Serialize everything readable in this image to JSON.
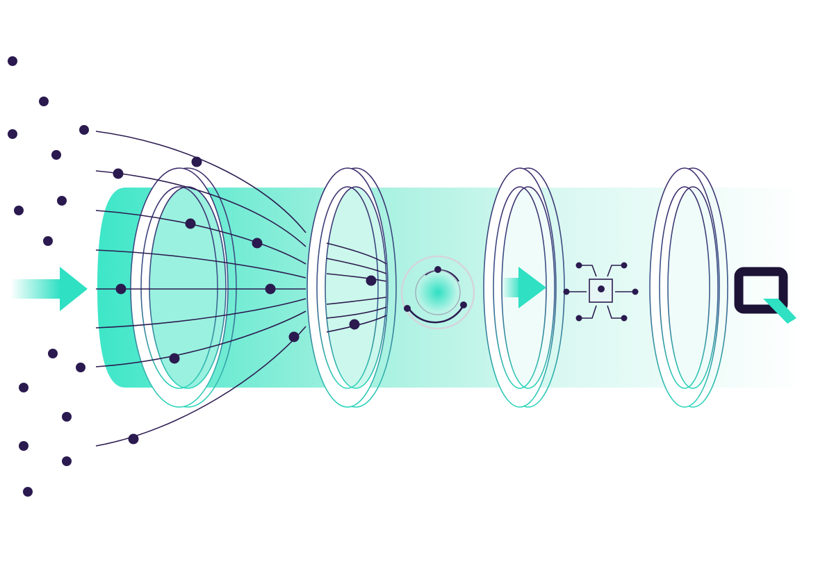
{
  "colors": {
    "dot": "#2a1a4f",
    "accent": "#2fe0c3",
    "accent_light": "#d8f8f1",
    "ring_stroke_top": "#3b2a6b",
    "ring_stroke_bottom": "#2fd6bb",
    "background": "#ffffff"
  },
  "icons": {
    "logo": "q-logo-icon",
    "atom": "atom-icon",
    "chip": "chip-icon",
    "arrow_in": "arrow-right-icon",
    "arrow_mid": "arrow-right-icon"
  },
  "rings": [
    "ring-1",
    "ring-2",
    "ring-3",
    "ring-4"
  ]
}
